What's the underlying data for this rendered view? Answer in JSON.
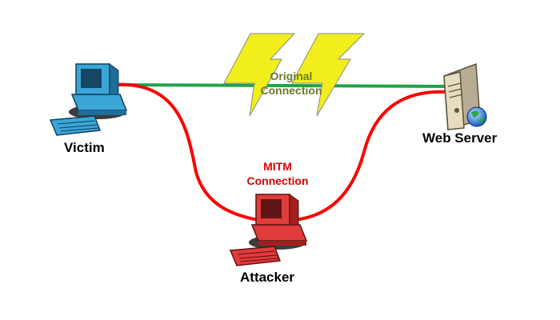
{
  "nodes": {
    "victim": {
      "label": "Victim",
      "icon": "desktop-computer-icon"
    },
    "server": {
      "label": "Web Server",
      "icon": "web-server-icon"
    },
    "attacker": {
      "label": "Attacker",
      "icon": "desktop-computer-icon"
    }
  },
  "connections": {
    "original": {
      "line1": "Original",
      "line2": "Connection",
      "color": "#1fa34a",
      "label_color": "#6b7a2e",
      "break_icon": "lightning-bolt-icon",
      "break_color": "#f2ee1c"
    },
    "mitm": {
      "line1": "MITM",
      "line2": "Connection",
      "color": "#ff0000",
      "label_color": "#e00000"
    }
  },
  "colors": {
    "victim_monitor": "#3aa6d8",
    "attacker_monitor": "#e23b3b",
    "server_body": "#e8dcc0"
  }
}
